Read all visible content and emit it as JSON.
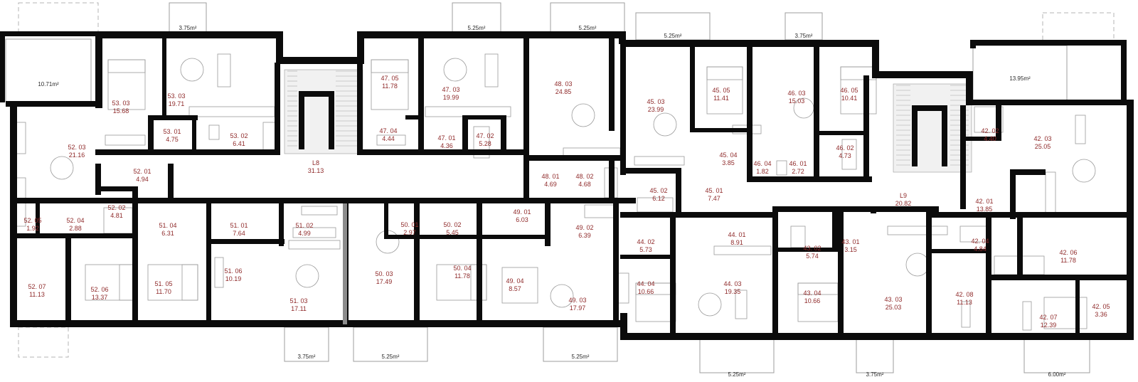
{
  "colors": {
    "wall": "#0b0b0b",
    "label": "#8f2a2a",
    "balcony_label": "#2a2a2a",
    "fixture": "#9a9a9a"
  },
  "balconies": [
    "10.71m²",
    "3.75m²",
    "5.25m²",
    "5.25m²",
    "5.25m²",
    "3.75m²",
    "13.95m²",
    "3.75m²",
    "5.25m²",
    "5.25m²",
    "5.25m²",
    "3.75m²",
    "6.00m²"
  ],
  "rooms": [
    [
      "53. 03",
      "15.68"
    ],
    [
      "53. 03",
      "19.71"
    ],
    [
      "53. 01",
      "4.75"
    ],
    [
      "53. 02",
      "6.41"
    ],
    [
      "47. 05",
      "11.78"
    ],
    [
      "47. 03",
      "19.99"
    ],
    [
      "47. 04",
      "4.44"
    ],
    [
      "47. 01",
      "4.36"
    ],
    [
      "47. 02",
      "5.28"
    ],
    [
      "48. 03",
      "24.85"
    ],
    [
      "L8",
      "31.13"
    ],
    [
      "52. 03",
      "21.16"
    ],
    [
      "52. 01",
      "4.94"
    ],
    [
      "52. 02",
      "4.81"
    ],
    [
      "52. 05",
      "1.92"
    ],
    [
      "52. 04",
      "2.88"
    ],
    [
      "52. 07",
      "11.13"
    ],
    [
      "52. 06",
      "13.37"
    ],
    [
      "51. 04",
      "6.31"
    ],
    [
      "51. 05",
      "11.70"
    ],
    [
      "51. 01",
      "7.64"
    ],
    [
      "51. 02",
      "4.99"
    ],
    [
      "51. 06",
      "10.19"
    ],
    [
      "51. 03",
      "17.11"
    ],
    [
      "50. 01",
      "2.97"
    ],
    [
      "50. 02",
      "5.45"
    ],
    [
      "50. 03",
      "17.49"
    ],
    [
      "50. 04",
      "11.78"
    ],
    [
      "49. 01",
      "6.03"
    ],
    [
      "49. 02",
      "6.39"
    ],
    [
      "49. 04",
      "8.57"
    ],
    [
      "49. 03",
      "17.97"
    ],
    [
      "48. 01",
      "4.69"
    ],
    [
      "48. 02",
      "4.68"
    ],
    [
      "45. 03",
      "23.99"
    ],
    [
      "45. 05",
      "11.41"
    ],
    [
      "45. 04",
      "3.85"
    ],
    [
      "45. 02",
      "6.12"
    ],
    [
      "45. 01",
      "7.47"
    ],
    [
      "46. 03",
      "15.03"
    ],
    [
      "46. 05",
      "10.41"
    ],
    [
      "46. 04",
      "1.82"
    ],
    [
      "46. 01",
      "2.72"
    ],
    [
      "46. 02",
      "4.73"
    ],
    [
      "L9",
      "20.82"
    ],
    [
      "44. 02",
      "5.73"
    ],
    [
      "44. 01",
      "8.91"
    ],
    [
      "44. 04",
      "10.66"
    ],
    [
      "44. 03",
      "19.35"
    ],
    [
      "43. 02",
      "5.74"
    ],
    [
      "43. 01",
      "3.15"
    ],
    [
      "43. 04",
      "10.66"
    ],
    [
      "43. 03",
      "25.03"
    ],
    [
      "42. 02",
      "4.40"
    ],
    [
      "42. 03",
      "25.05"
    ],
    [
      "42. 01",
      "13.85"
    ],
    [
      "42. 04",
      "4.84"
    ],
    [
      "42. 06",
      "11.78"
    ],
    [
      "42. 08",
      "11.13"
    ],
    [
      "42. 07",
      "12.39"
    ],
    [
      "42. 05",
      "3.36"
    ]
  ]
}
